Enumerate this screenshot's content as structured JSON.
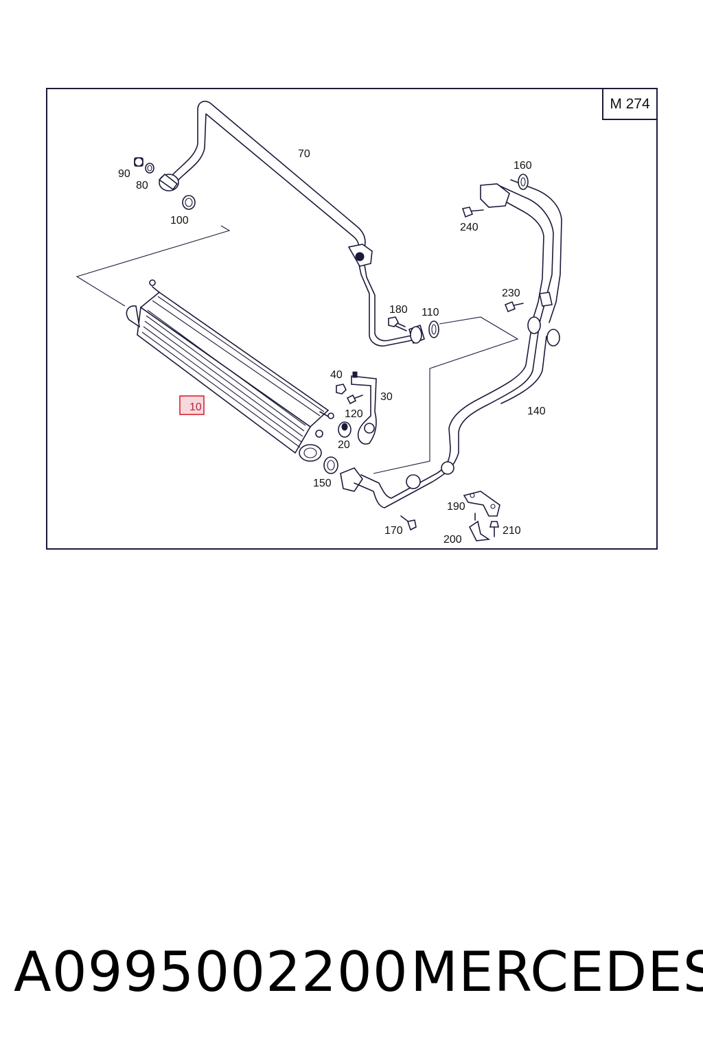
{
  "diagram": {
    "model_label": "M 274",
    "highlighted_part": "10",
    "part_labels": {
      "p10": "10",
      "p20": "20",
      "p30": "30",
      "p40": "40",
      "p70": "70",
      "p80": "80",
      "p90": "90",
      "p100": "100",
      "p110": "110",
      "p120": "120",
      "p140": "140",
      "p150": "150",
      "p160": "160",
      "p170": "170",
      "p180": "180",
      "p190": "190",
      "p200": "200",
      "p210": "210",
      "p230": "230",
      "p240": "240"
    }
  },
  "footer": {
    "part_number": "A0995002200",
    "brand": "MERCEDES"
  },
  "colors": {
    "line": "#1a1a3a",
    "highlight_border": "#d9232e",
    "highlight_fill": "#f6d9dd",
    "highlight_text": "#b2283e"
  }
}
